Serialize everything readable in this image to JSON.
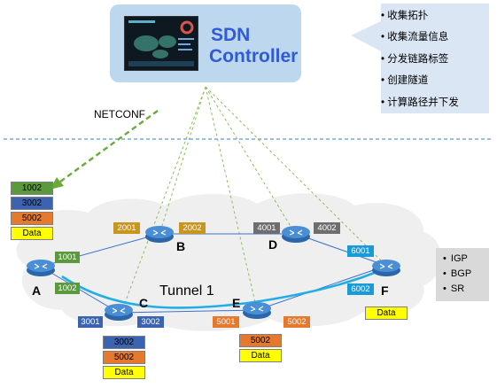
{
  "controller": {
    "title_line1": "SDN",
    "title_line2": "Controller"
  },
  "controller_functions": [
    "收集拓扑",
    "收集流量信息",
    "分发链路标签",
    "创建隧道",
    "计算路径并下发"
  ],
  "protocols": [
    "IGP",
    "BGP",
    "SR"
  ],
  "netconf_label": "NETCONF",
  "tunnel_label": "Tunnel 1",
  "nodes": {
    "A": "A",
    "B": "B",
    "C": "C",
    "D": "D",
    "E": "E",
    "F": "F"
  },
  "link_labels": {
    "a_b": "1001",
    "a_c": "1002",
    "b_left": "2001",
    "b_right": "2002",
    "c_left": "3001",
    "c_right": "3002",
    "d_left": "4001",
    "d_right": "4002",
    "e_left": "5001",
    "e_right": "5002",
    "f_top": "6001",
    "f_bottom": "6002"
  },
  "label_stacks": {
    "A": [
      "1002",
      "3002",
      "5002",
      "Data"
    ],
    "C": [
      "3002",
      "5002",
      "Data"
    ],
    "E": [
      "5002",
      "Data"
    ],
    "F": [
      "Data"
    ]
  },
  "colors": {
    "green_tag": "#5a9a3c",
    "blue_tag": "#3c63b0",
    "orange_tag": "#e57a2e",
    "yellow_data": "#ffff00",
    "gold_tag": "#c8961e",
    "gray_tag": "#6e6e6e",
    "cyan_tag": "#1a9bd7",
    "link_blue": "#3a6fd8",
    "tunnel_cyan": "#22aee3",
    "dashed_green": "#7ab648",
    "dashed_blue": "#5b9bd5"
  }
}
